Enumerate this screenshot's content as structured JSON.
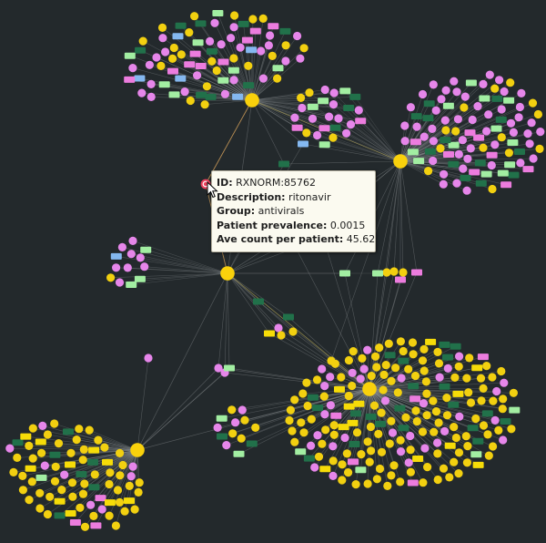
{
  "palette": {
    "background": "#23292c",
    "hub": "#f9d10c",
    "node_yellow": "#f2d010",
    "node_pink": "#e686ea",
    "rect_dark_green": "#21714a",
    "rect_light_green": "#a2eea2",
    "rect_blue": "#84b8f0",
    "rect_pink": "#ec7cde",
    "rect_yellow": "#f6dc08",
    "edge": "#8c9093",
    "edge_highlight": "#c89858",
    "selected_node": "#e8405c"
  },
  "tooltip": {
    "fields": [
      {
        "key": "ID:",
        "value": "RXNORM:85762"
      },
      {
        "key": "Description:",
        "value": "ritonavir"
      },
      {
        "key": "Group:",
        "value": "antivirals"
      },
      {
        "key": "Patient prevalence:",
        "value": "0.0015"
      },
      {
        "key": "Ave count per patient:",
        "value": "45.62"
      }
    ]
  },
  "icons": {
    "cursor": "mouse-pointer-icon"
  }
}
